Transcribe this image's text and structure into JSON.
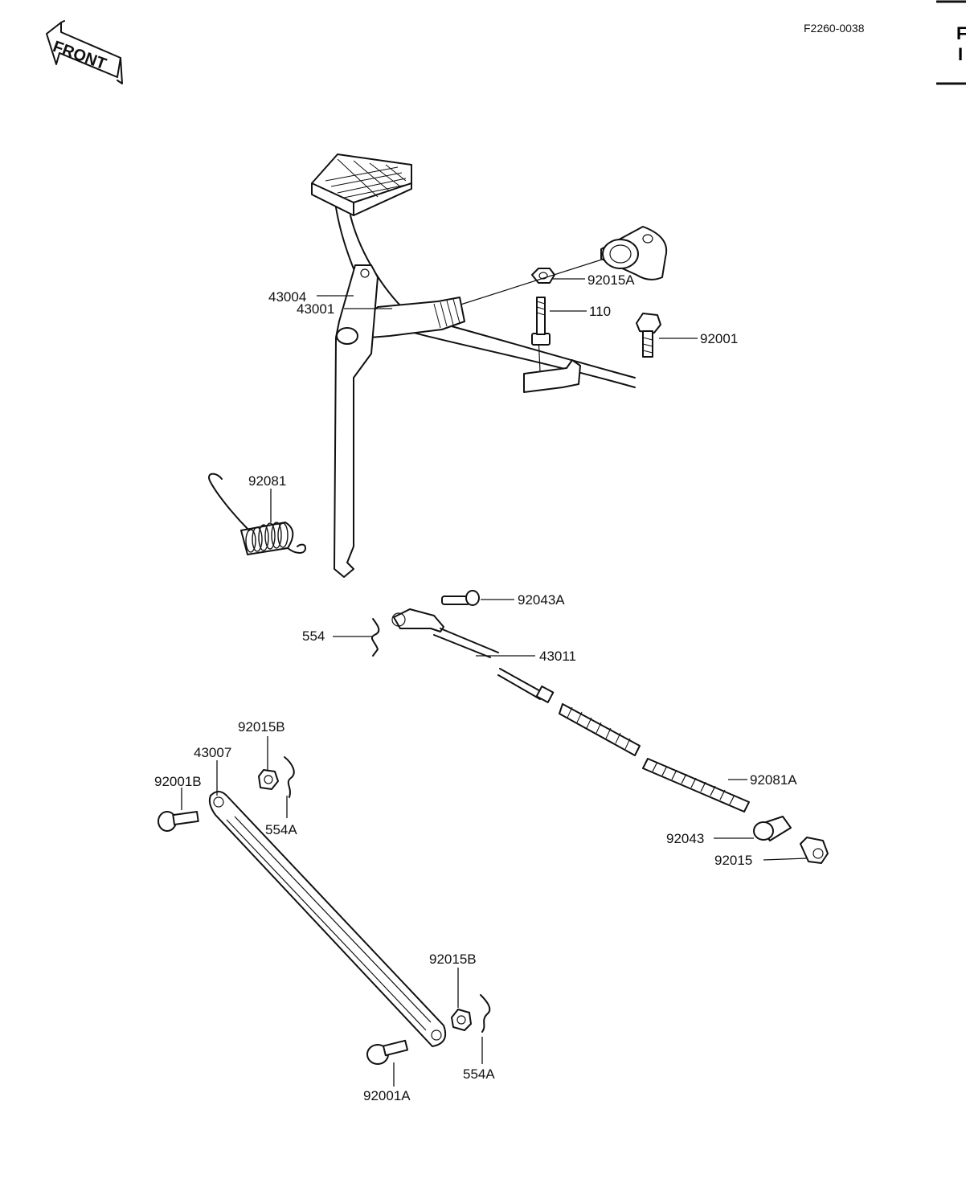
{
  "doc_code": "F2260-0038",
  "front_label": "FRONT",
  "edge_marks": [
    "F",
    "I"
  ],
  "parts": {
    "p43001": "43001",
    "p92015A": "92015A",
    "p110": "110",
    "p92001": "92001",
    "p43004": "43004",
    "p92081": "92081",
    "p92043A": "92043A",
    "p554": "554",
    "p43011": "43011",
    "p92015B_top": "92015B",
    "p43007": "43007",
    "p92001B": "92001B",
    "p554A_top": "554A",
    "p92081A": "92081A",
    "p92043": "92043",
    "p92015": "92015",
    "p92015B_bottom": "92015B",
    "p554A_bottom": "554A",
    "p92001A": "92001A"
  }
}
